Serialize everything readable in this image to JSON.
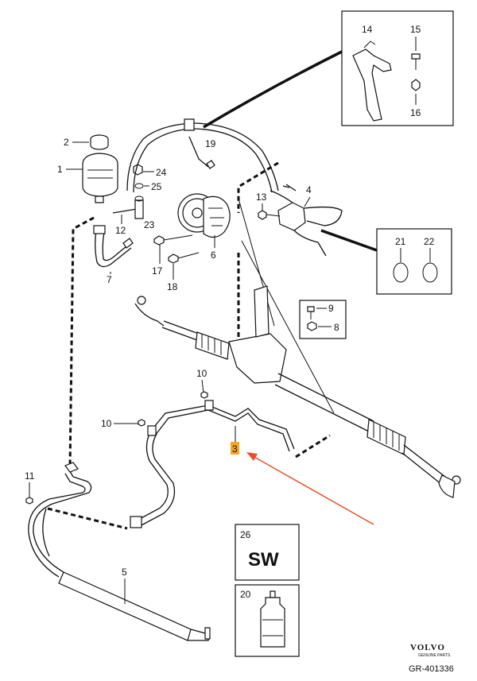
{
  "callouts": {
    "c1": "1",
    "c2": "2",
    "c3": "3",
    "c4": "4",
    "c5": "5",
    "c6": "6",
    "c7": "7",
    "c8": "8",
    "c9": "9",
    "c10a": "10",
    "c10b": "10",
    "c11": "11",
    "c12": "12",
    "c13": "13",
    "c14": "14",
    "c15": "15",
    "c16": "16",
    "c17": "17",
    "c18": "18",
    "c19": "19",
    "c20": "20",
    "c21": "21",
    "c22": "22",
    "c23": "23",
    "c24": "24",
    "c25": "25",
    "c26": "26"
  },
  "sw_text": "SW",
  "highlight_color": "#f5a623",
  "arrow_color": "#e8502a",
  "brand": {
    "name": "VOLVO",
    "sub": "GENUINE PARTS"
  },
  "reference": "GR-401336"
}
